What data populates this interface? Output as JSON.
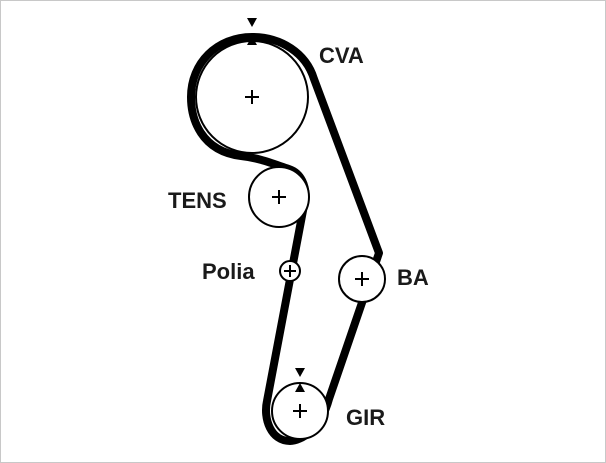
{
  "diagram": {
    "labels": {
      "cva": "CVA",
      "tens": "TENS",
      "polia": "Polia",
      "ba": "BA",
      "gir": "GIR"
    },
    "colors": {
      "belt": "#000000",
      "pulley_fill": "#ffffff",
      "label_text": "#1a1a1a",
      "frame_border": "#c8c8c8"
    },
    "icons": {
      "pulley_center": "plus-icon",
      "timing_mark": "triangle-pair-icon"
    }
  }
}
